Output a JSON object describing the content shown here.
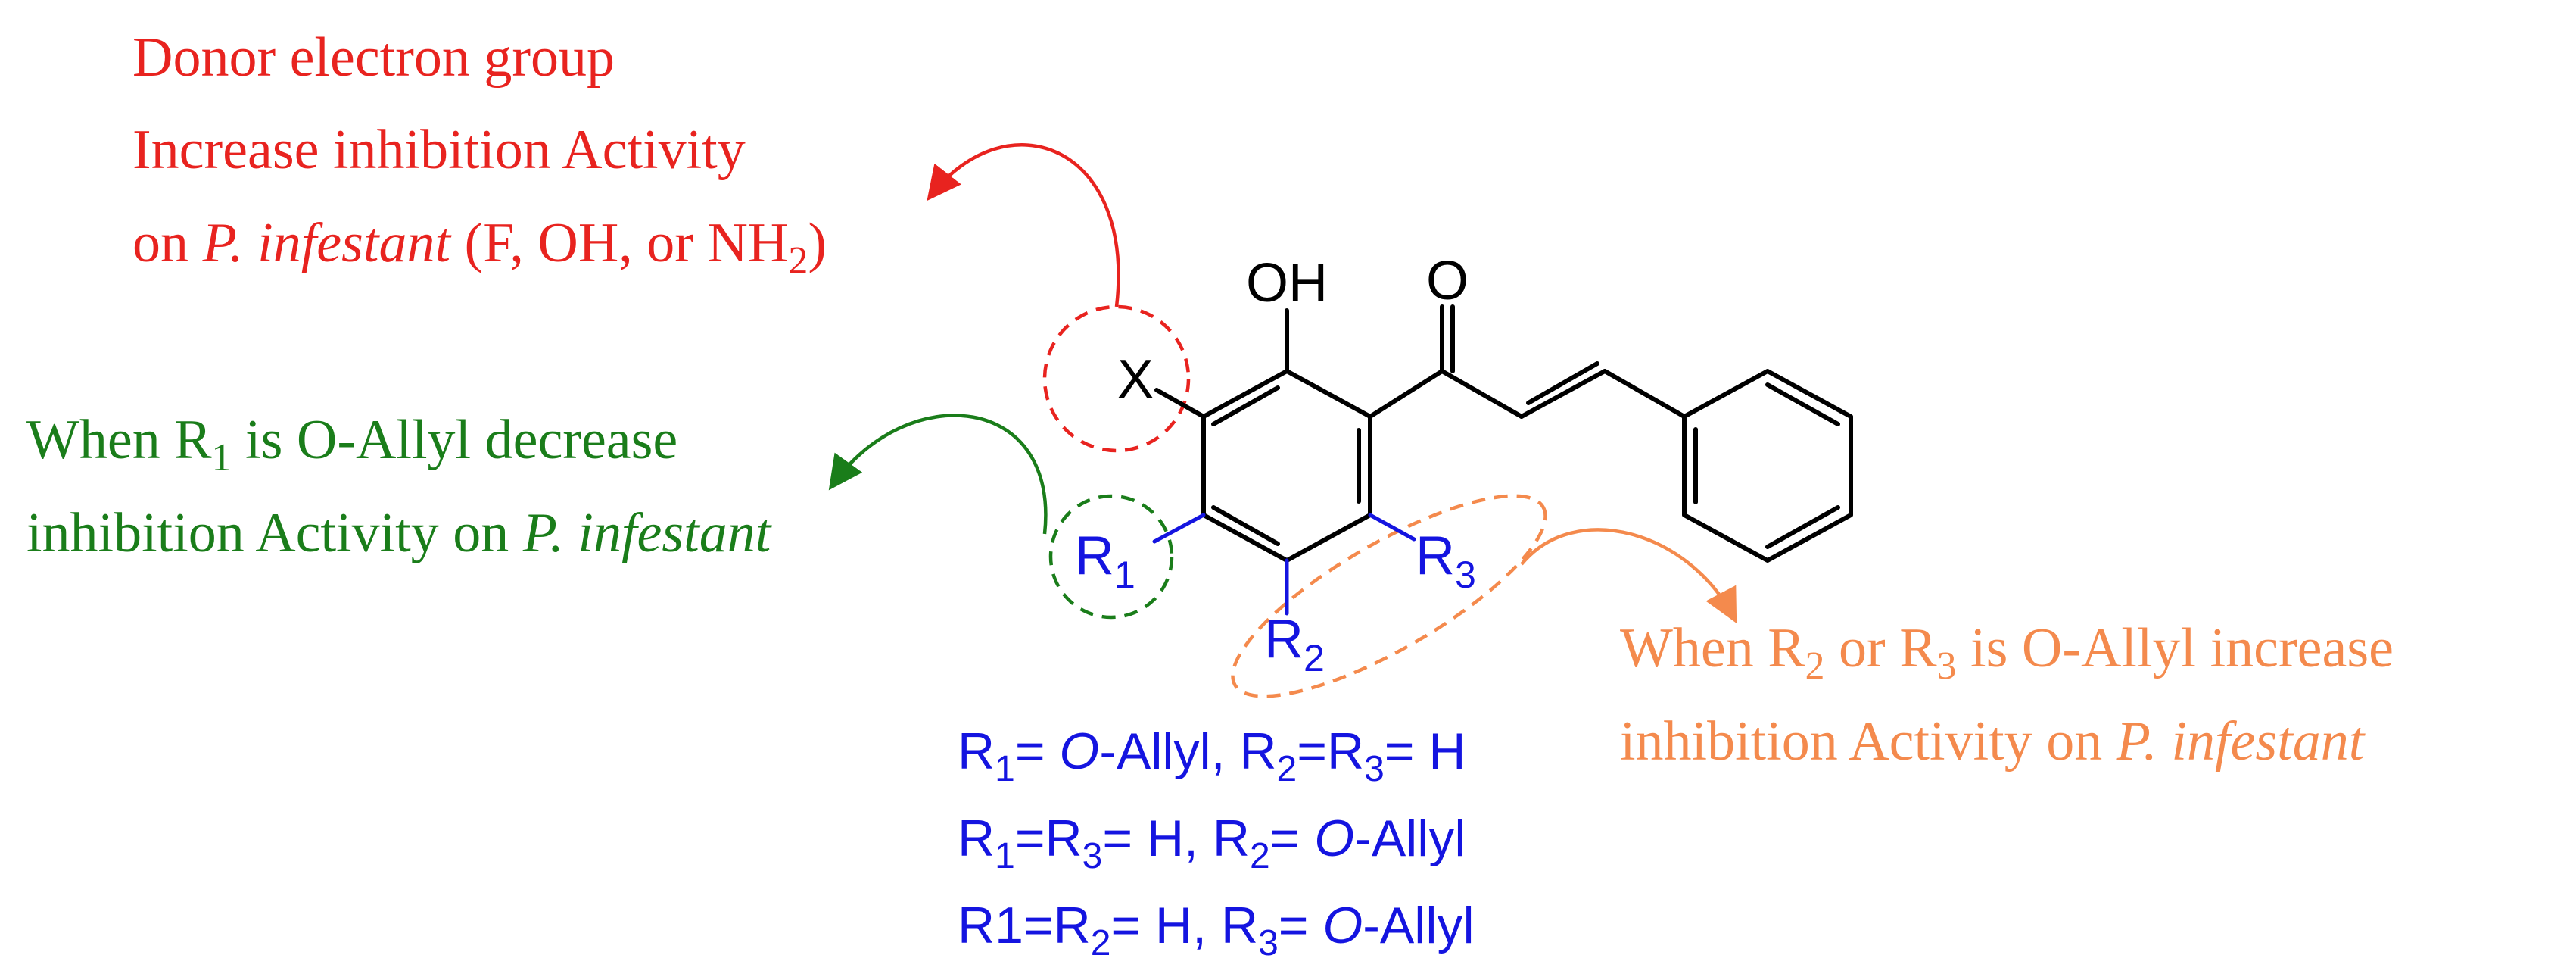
{
  "colors": {
    "red": "#e8231f",
    "green": "#1a7d1a",
    "blue": "#1414e0",
    "orange": "#f48a4d",
    "black": "#000000"
  },
  "red_note": {
    "line1": "Donor electron group",
    "line2": "Increase inhibition Activity",
    "line3_prefix": "on ",
    "line3_italic": "P. infestant",
    "line3_mid": " (F, OH, or NH",
    "line3_sub": "2",
    "line3_end": ")"
  },
  "green_note": {
    "line1_a": "When R",
    "line1_sub": "1",
    "line1_b": " is O-Allyl decrease",
    "line2_a": "inhibition Activity on ",
    "line2_italic": "P. infestant"
  },
  "orange_note": {
    "line1_a": "When R",
    "line1_sub1": "2",
    "line1_b": " or R",
    "line1_sub2": "3",
    "line1_c": " is O-Allyl increase",
    "line2_a": "inhibition Activity on ",
    "line2_italic": "P. infestant"
  },
  "atoms": {
    "oh": "OH",
    "o": "O",
    "x": "X",
    "r": "R",
    "r1_sub": "1",
    "r2_sub": "2",
    "r3_sub": "3"
  },
  "substituents": [
    {
      "a": "R",
      "a_sub": "1",
      "b": "= ",
      "b_it": "O",
      "c": "-Allyl, R",
      "c_sub": "2",
      "d": "=R",
      "d_sub": "3",
      "e": "= H"
    },
    {
      "a": "R",
      "a_sub": "1",
      "b": "=R",
      "b_sub": "3",
      "c": "= H, R",
      "c_sub": "2",
      "d": "= ",
      "d_it": "O",
      "e": "-Allyl"
    },
    {
      "a": "R1=R",
      "a_sub": "2",
      "b": "= H, R",
      "b_sub": "3",
      "c": "= ",
      "c_it": "O",
      "d": "-Allyl"
    }
  ]
}
